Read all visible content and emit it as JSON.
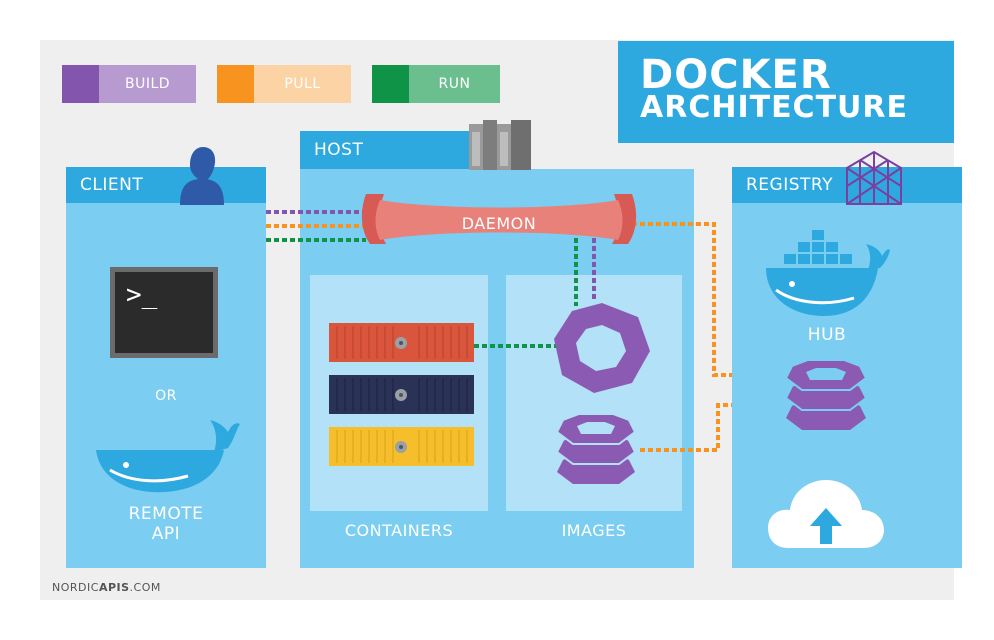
{
  "legend": [
    {
      "label": "BUILD",
      "color_dark": "#8455ad",
      "color_light": "#b79acf"
    },
    {
      "label": "PULL",
      "color_dark": "#f7931e",
      "color_light": "#fbd3a5"
    },
    {
      "label": "RUN",
      "color_dark": "#0f9346",
      "color_light": "#6bbf8e"
    }
  ],
  "title": {
    "line1": "DOCKER",
    "line2": "ARCHITECTURE"
  },
  "client": {
    "header": "CLIENT",
    "or_label": "OR",
    "remote_line1": "REMOTE",
    "remote_line2": "API",
    "terminal_prompt": ">_"
  },
  "host": {
    "header": "HOST",
    "daemon_label": "DAEMON",
    "containers_label": "CONTAINERS",
    "images_label": "IMAGES"
  },
  "registry": {
    "header": "REGISTRY",
    "hub_label": "HUB"
  },
  "footer": {
    "brand_light": "NORDIC",
    "brand_bold": "APIS",
    "brand_suffix": ".COM"
  },
  "colors": {
    "blue_dark": "#2ea9df",
    "blue_mid": "#7bcef2",
    "blue_light": "#b3e1f7",
    "build": "#8455ad",
    "pull": "#f7931e",
    "run": "#0f9346",
    "container_red": "#d9563c",
    "container_navy": "#2a3357",
    "container_yellow": "#f5be2a",
    "daemon": "#e8817a"
  },
  "icons": [
    "user-icon",
    "terminal-icon",
    "whale-icon",
    "server-icon",
    "registry-building-icon",
    "docker-whale-icon",
    "image-ring-icon",
    "image-stack-icon",
    "cloud-upload-icon",
    "gear-icon"
  ]
}
